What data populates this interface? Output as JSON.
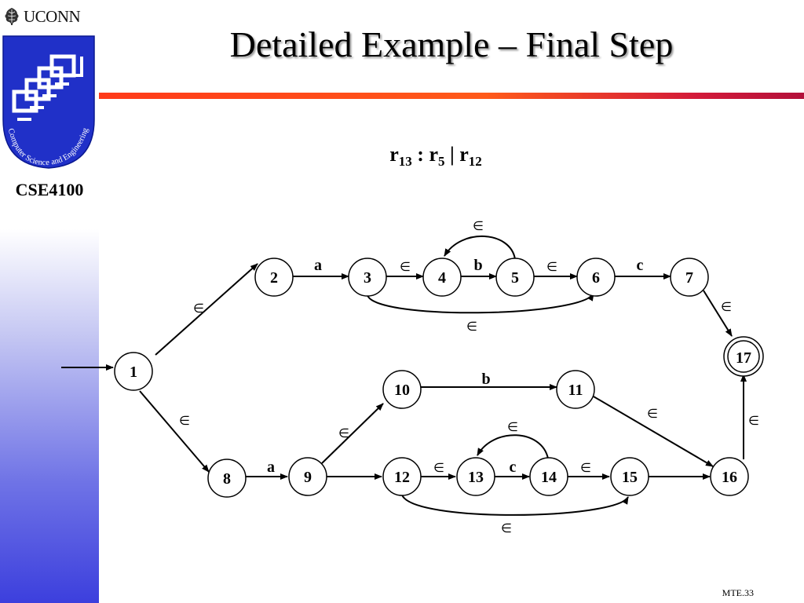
{
  "sidebar": {
    "university": "UCONN",
    "department_seal_text": "Computer Science and Engineering",
    "course": "CSE4100"
  },
  "title": "Detailed Example – Final Step",
  "expression": {
    "r1": "r",
    "s1": "13",
    "sep1": " : ",
    "r2": "r",
    "s2": "5",
    "sep2": " | ",
    "r3": "r",
    "s3": "12"
  },
  "page_number": "MTE.33",
  "diagram": {
    "states": [
      "1",
      "2",
      "3",
      "4",
      "5",
      "6",
      "7",
      "8",
      "9",
      "10",
      "11",
      "12",
      "13",
      "14",
      "15",
      "16",
      "17"
    ],
    "start_state": "1",
    "accepting_state": "17",
    "transition_labels": {
      "a": "a",
      "b": "b",
      "c": "c",
      "epsilon": "∈"
    },
    "transitions": [
      {
        "from": "1",
        "to": "2",
        "label": "∈"
      },
      {
        "from": "2",
        "to": "3",
        "label": "a"
      },
      {
        "from": "3",
        "to": "4",
        "label": "∈"
      },
      {
        "from": "4",
        "to": "5",
        "label": "b"
      },
      {
        "from": "5",
        "to": "4",
        "label": "∈"
      },
      {
        "from": "5",
        "to": "6",
        "label": "∈"
      },
      {
        "from": "3",
        "to": "6",
        "label": "∈"
      },
      {
        "from": "6",
        "to": "7",
        "label": "c"
      },
      {
        "from": "7",
        "to": "17",
        "label": "∈"
      },
      {
        "from": "1",
        "to": "8",
        "label": "∈"
      },
      {
        "from": "8",
        "to": "9",
        "label": "a"
      },
      {
        "from": "9",
        "to": "10",
        "label": "∈"
      },
      {
        "from": "9",
        "to": "12",
        "label": ""
      },
      {
        "from": "10",
        "to": "11",
        "label": "b"
      },
      {
        "from": "11",
        "to": "16",
        "label": "∈"
      },
      {
        "from": "12",
        "to": "13",
        "label": "∈"
      },
      {
        "from": "13",
        "to": "14",
        "label": "c"
      },
      {
        "from": "14",
        "to": "13",
        "label": "∈"
      },
      {
        "from": "14",
        "to": "15",
        "label": "∈"
      },
      {
        "from": "12",
        "to": "15",
        "label": "∈"
      },
      {
        "from": "15",
        "to": "16",
        "label": ""
      },
      {
        "from": "16",
        "to": "17",
        "label": "∈"
      }
    ]
  }
}
